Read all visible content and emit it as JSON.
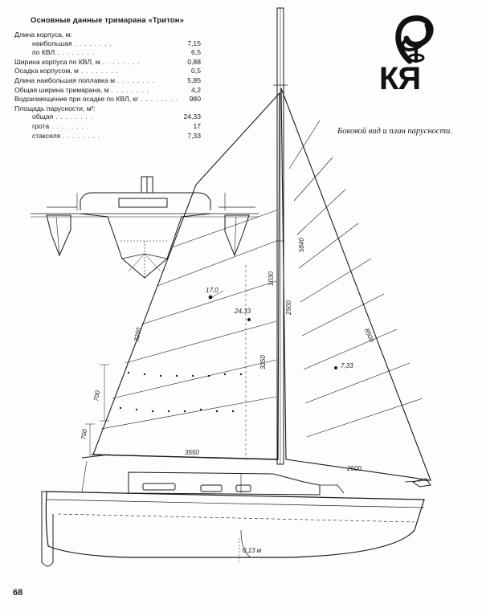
{
  "specs": {
    "title": "Основные данные тримарана «Тритон»",
    "rows": [
      {
        "label": "Длина корпуса, м:",
        "dots": "",
        "value": ""
      },
      {
        "label": "наибольшая",
        "dots": "........",
        "value": "7,15"
      },
      {
        "label": "по КВЛ",
        "dots": "........",
        "value": "6,5"
      },
      {
        "label": "Ширина корпуса по КВЛ, м",
        "dots": "........",
        "value": "0,88"
      },
      {
        "label": "Осадка корпусом, м",
        "dots": "........",
        "value": "0,5"
      },
      {
        "label": "Длина наибольшая поплавка м",
        "dots": "........",
        "value": "5,85"
      },
      {
        "label": "Общая ширина тримарана, м",
        "dots": "........",
        "value": "4,2"
      },
      {
        "label": "Водоизмещение при осадке по КВЛ, кг",
        "dots": "........",
        "value": "980"
      },
      {
        "label": "Площадь парусности, м²:",
        "dots": "",
        "value": ""
      },
      {
        "label": "общая",
        "dots": "........",
        "value": "24,33"
      },
      {
        "label": "грота",
        "dots": "........",
        "value": "17"
      },
      {
        "label": "стакселя",
        "dots": "........",
        "value": "7,33"
      }
    ]
  },
  "logo": {
    "text": "КЯ"
  },
  "caption": "Боковой вид и план парусности.",
  "page_number": "68",
  "dimensions": {
    "jib_luff": "8500",
    "jib_leech": "5840",
    "jib_area": "7,33",
    "foot_jib": "2500",
    "mast_top": "1030",
    "mast_mid": "2500",
    "mast_low": "3250",
    "main_head": "3250",
    "main_foot": "3550",
    "reef_upper": "700",
    "reef_lower": "700",
    "main_area": "17,0",
    "total_area": "24,33",
    "draft": "0,13 м"
  }
}
